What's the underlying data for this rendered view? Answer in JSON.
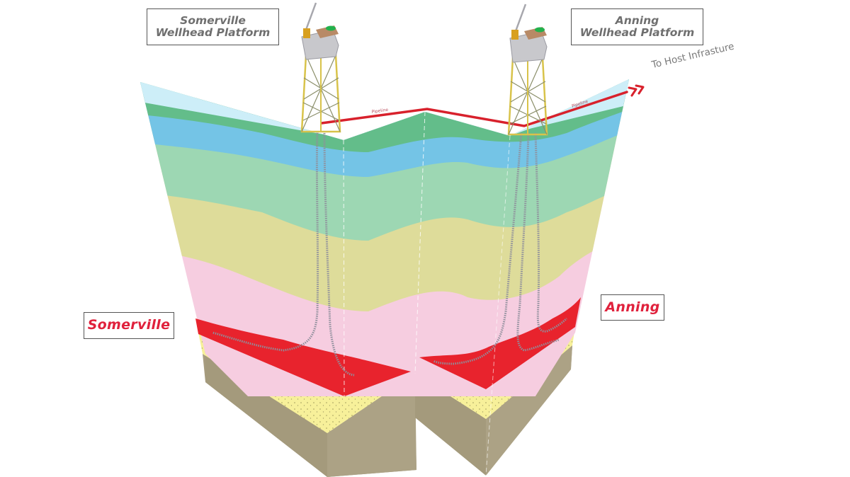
{
  "platforms": [
    {
      "name": "Somerville",
      "label_line1": "Somerville",
      "label_line2": "Wellhead Platform"
    },
    {
      "name": "Anning",
      "label_line1": "Anning",
      "label_line2": "Wellhead Platform"
    }
  ],
  "fields": [
    {
      "label": "Somerville"
    },
    {
      "label": "Anning"
    }
  ],
  "pipeline": {
    "segment_labels": [
      "Pipeline",
      "Pipeline"
    ],
    "destination_label": "To Host Infrasture"
  },
  "colors": {
    "sea": "#cdeef8",
    "layer_dark_green": "#63bd8a",
    "layer_blue": "#74c4e6",
    "layer_mint": "#9dd7b3",
    "layer_khaki": "#dedc9a",
    "layer_pink": "#f6cde0",
    "reservoir_red": "#e8232d",
    "sand_yellow": "#f7f09a",
    "basement_taupe": "#a89d80",
    "pipeline_red": "#d8212c",
    "label_red": "#e0213c",
    "label_grey": "#6f6f6f"
  }
}
